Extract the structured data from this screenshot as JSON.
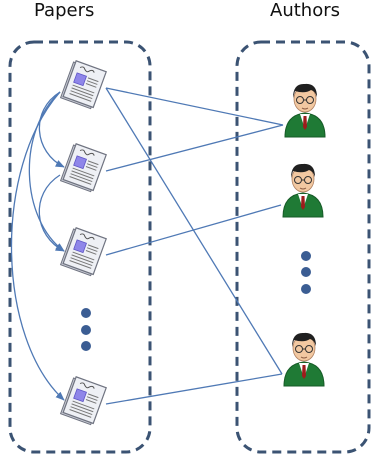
{
  "titles": {
    "papers": "Papers",
    "authors": "Authors"
  },
  "colors": {
    "frame": "#3b5373",
    "edge": "#4f79b5",
    "dot": "#3b5d93",
    "paper_page": "#eef0f5",
    "paper_outline": "#6f7380",
    "paper_figure": "#8f86e9",
    "author_suit": "#1f7a35",
    "author_skin": "#f2c8a1",
    "author_hair": "#202020"
  },
  "icons": {
    "paper": "document-icon",
    "author": "person-icon"
  },
  "papers": [
    {
      "id": "paper-1"
    },
    {
      "id": "paper-2"
    },
    {
      "id": "paper-3"
    },
    {
      "id": "paper-4"
    }
  ],
  "authors": [
    {
      "id": "author-1"
    },
    {
      "id": "author-2"
    },
    {
      "id": "author-3"
    }
  ],
  "authorship_edges": [
    {
      "from": "paper-1",
      "to": "author-1"
    },
    {
      "from": "paper-1",
      "to": "author-3"
    },
    {
      "from": "paper-2",
      "to": "author-1"
    },
    {
      "from": "paper-3",
      "to": "author-2"
    },
    {
      "from": "paper-4",
      "to": "author-3"
    }
  ],
  "citation_edges": [
    {
      "from": "paper-1",
      "to": "paper-2"
    },
    {
      "from": "paper-1",
      "to": "paper-3"
    },
    {
      "from": "paper-1",
      "to": "paper-4"
    },
    {
      "from": "paper-2",
      "to": "paper-3"
    }
  ]
}
